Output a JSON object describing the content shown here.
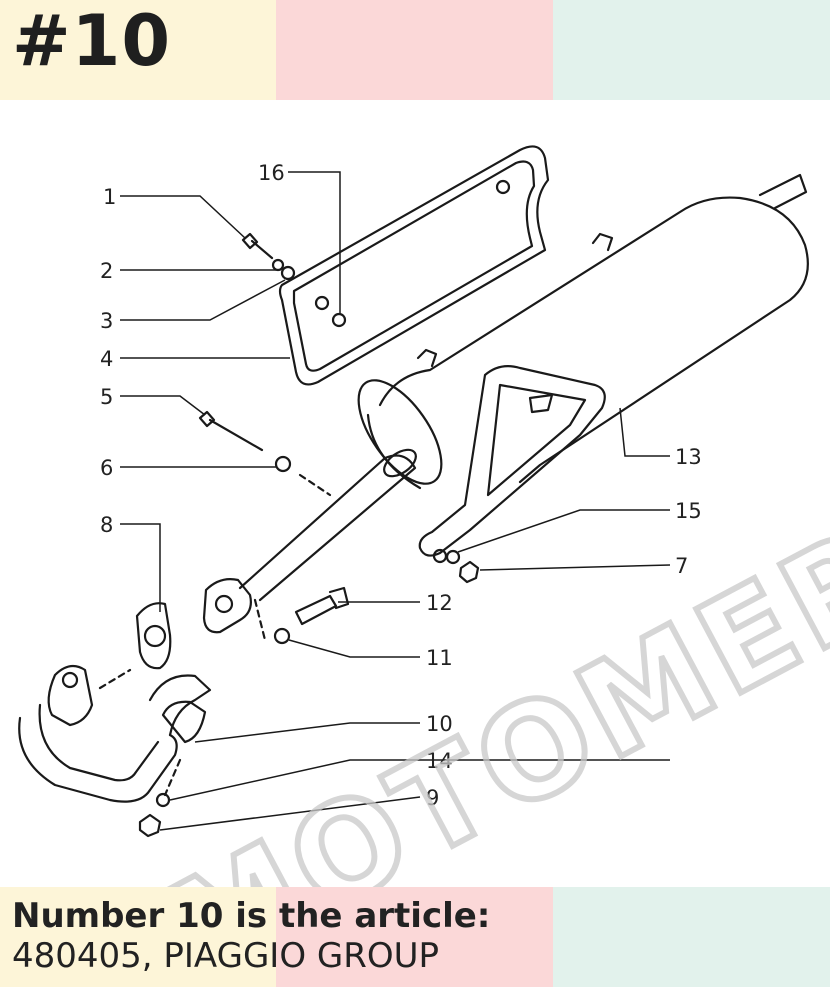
{
  "header": {
    "title": "#10",
    "colors": [
      "#fdf5d8",
      "#fbd8d8",
      "#e2f2ec"
    ]
  },
  "diagram": {
    "watermark_text": "MOTOMERCIA",
    "callouts": [
      "1",
      "2",
      "3",
      "4",
      "5",
      "6",
      "7",
      "8",
      "9",
      "10",
      "11",
      "12",
      "13",
      "14",
      "15",
      "16"
    ]
  },
  "footer": {
    "heading": "Number 10 is the article:",
    "article": "480405, PIAGGIO GROUP",
    "colors": [
      "#fdf5d8",
      "#fbd8d8",
      "#e2f2ec"
    ]
  }
}
